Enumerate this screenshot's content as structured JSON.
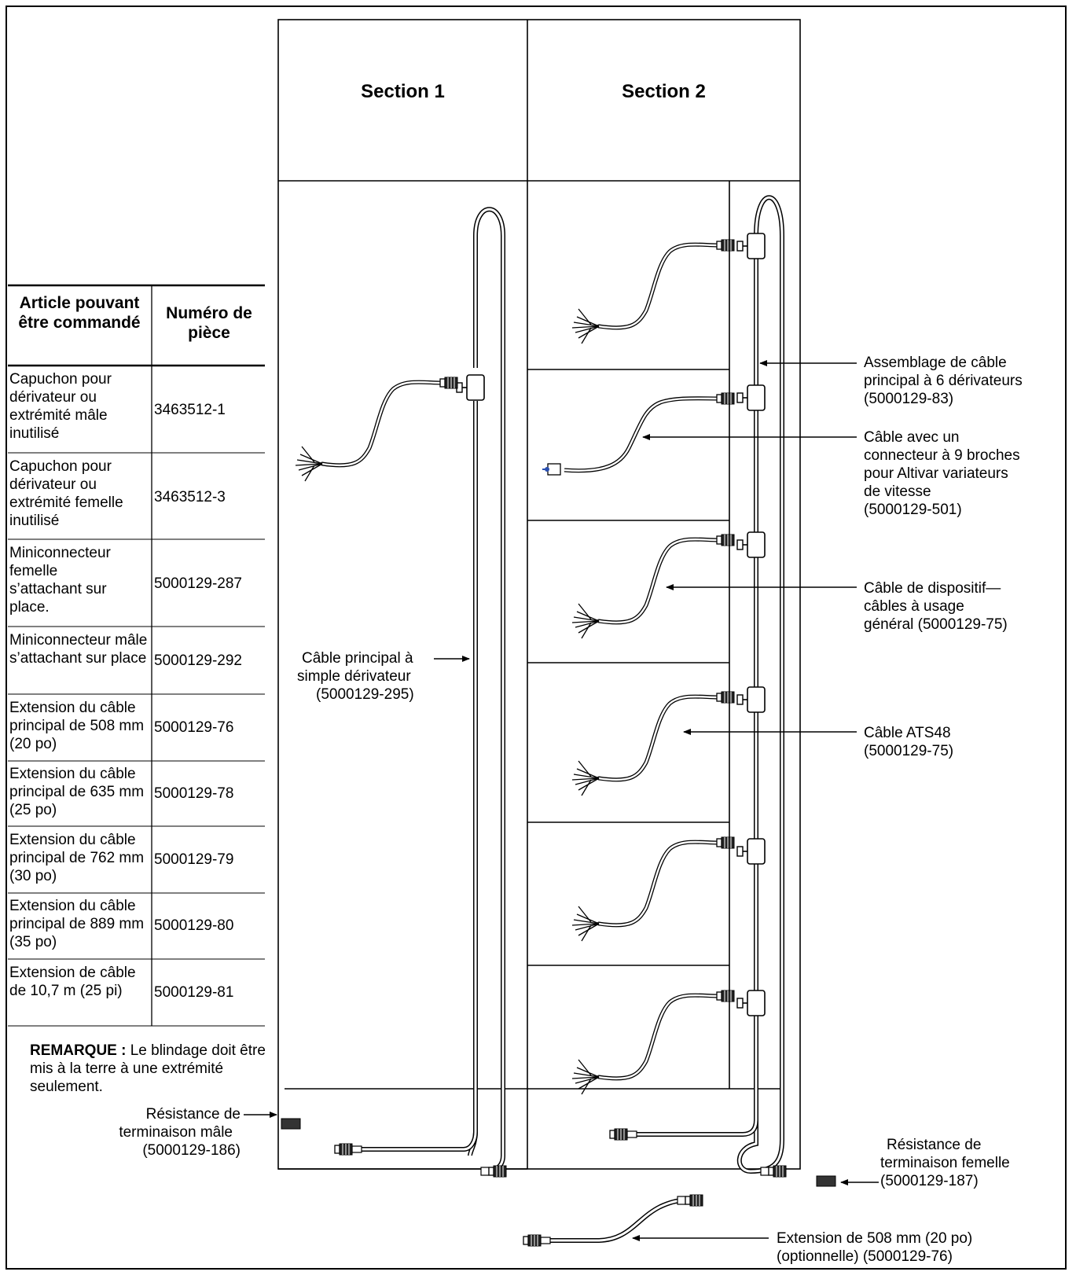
{
  "sections": {
    "section1": "Section 1",
    "section2": "Section 2"
  },
  "table": {
    "headers": [
      "Article pouvant être commandé",
      "Numéro de pièce"
    ],
    "rows": [
      {
        "article": "Capuchon pour dérivateur ou extrémité mâle inutilisé",
        "part": "3463512-1"
      },
      {
        "article": "Capuchon pour dérivateur ou extrémité femelle inutilisé",
        "part": "3463512-3"
      },
      {
        "article": "Miniconnecteur femelle s’attachant sur place.",
        "part": "5000129-287"
      },
      {
        "article": "Miniconnecteur mâle s’attachant sur place",
        "part": "5000129-292"
      },
      {
        "article": "Extension du câble principal de 508 mm (20 po)",
        "part": "5000129-76"
      },
      {
        "article": "Extension du câble principal de 635 mm (25 po)",
        "part": "5000129-78"
      },
      {
        "article": "Extension du câble principal de 762 mm (30 po)",
        "part": "5000129-79"
      },
      {
        "article": "Extension du câble principal de 889 mm (35 po)",
        "part": "5000129-80"
      },
      {
        "article": "Extension de câble de 10,7 m (25 pi)",
        "part": "5000129-81"
      }
    ]
  },
  "note": {
    "label": "REMARQUE :",
    "text": " Le blindage doit être mis à la terre à une extrémité seulement."
  },
  "callouts": {
    "main_single": [
      "Câble principal à",
      "simple dérivateur",
      "(5000129-295)"
    ],
    "term_male": [
      "Résistance de",
      "terminaison mâle",
      "(5000129-186)"
    ],
    "main6": [
      "Assemblage de câble",
      "principal à 6 dérivateurs",
      "(5000129-83)"
    ],
    "nine_pin": [
      "Câble avec un",
      "connecteur à 9 broches",
      "pour Altivar variateurs",
      "de vitesse",
      "(5000129-501)"
    ],
    "device": [
      "Câble de dispositif—",
      "câbles à usage",
      "général (5000129-75)"
    ],
    "ats48": [
      "Câble ATS48",
      "(5000129-75)"
    ],
    "term_female": [
      "Résistance de",
      "terminaison femelle",
      "(5000129-187)"
    ],
    "extension": [
      "Extension de 508 mm (20 po)",
      "(optionnelle) (5000129-76)"
    ]
  }
}
